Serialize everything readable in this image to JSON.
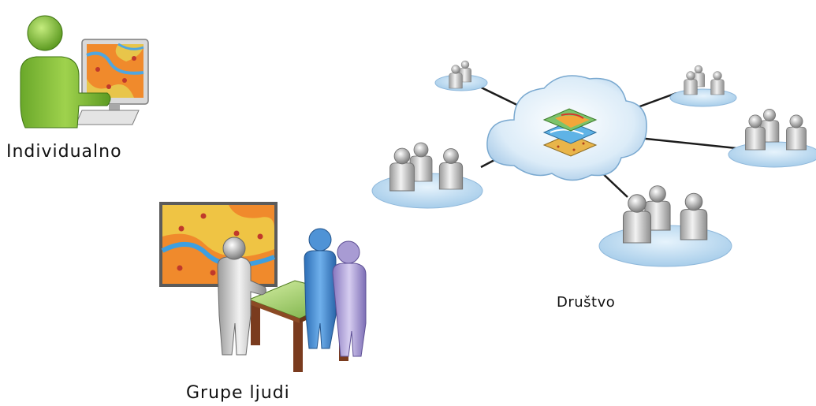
{
  "labels": {
    "individual": "Individualno",
    "group": "Grupe ljudi",
    "society": "Društvo"
  },
  "colors": {
    "individual_person": "#7fb83a",
    "cloud": "#cfe4f5",
    "platform": "#c6e1f5",
    "person_grey": "#d7d7d7",
    "person_blue": "#4f93d6",
    "person_purple": "#a89bd3",
    "table_top": "#8bc34a",
    "table_legs": "#7a3b1e"
  },
  "icons": [
    "person-at-computer-icon",
    "group-at-table-icon",
    "cloud-map-layers-icon",
    "people-cluster-icon"
  ]
}
